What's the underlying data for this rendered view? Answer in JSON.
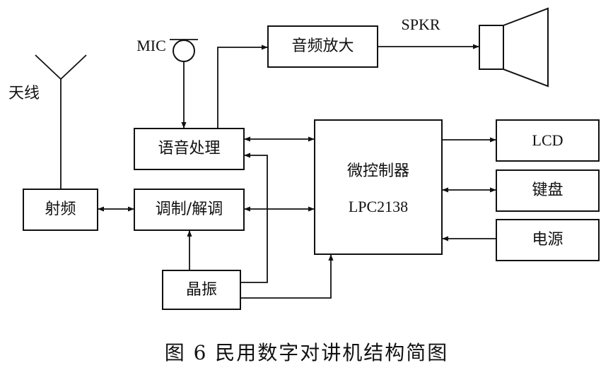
{
  "blocks": {
    "antenna": "天线",
    "mic": "MIC",
    "spkr": "SPKR",
    "audio_amp": "音频放大",
    "speech": "语音处理",
    "mcu_name": "微控制器",
    "mcu_part": "LPC2138",
    "lcd": "LCD",
    "keypad": "键盘",
    "power": "电源",
    "rf": "射频",
    "modem": "调制/解调",
    "crystal": "晶振"
  },
  "caption": "图 6   民用数字对讲机结构简图"
}
